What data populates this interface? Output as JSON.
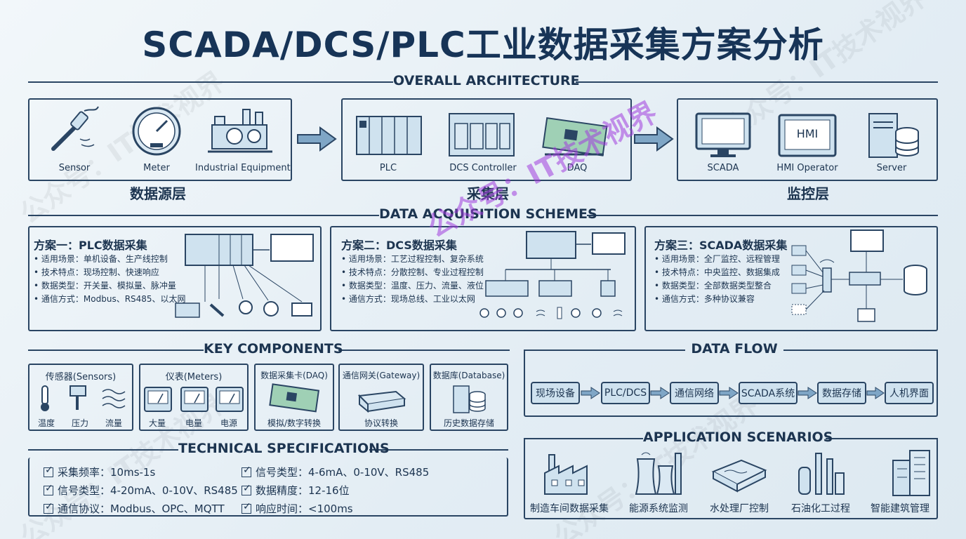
{
  "title": "SCADA/DCS/PLC工业数据采集方案分析",
  "sections": {
    "architecture": "OVERALL ARCHITECTURE",
    "schemes": "DATA ACQUISITION SCHEMES",
    "components": "KEY COMPONENTS",
    "dataflow": "DATA FLOW",
    "specs": "TECHNICAL SPECIFICATIONS",
    "applications": "APPLICATION SCENARIOS"
  },
  "architecture": {
    "layers": [
      {
        "name": "数据源层",
        "items": [
          "Sensor",
          "Meter",
          "Industrial Equipment"
        ]
      },
      {
        "name": "采集层",
        "items": [
          "PLC",
          "DCS Controller",
          "DAQ"
        ]
      },
      {
        "name": "监控层",
        "items": [
          "SCADA",
          "HMI Operator",
          "Server"
        ]
      }
    ],
    "hmi_screen_text": "HMI"
  },
  "schemes": [
    {
      "title": "方案一：PLC数据采集",
      "lines": [
        "适用场景：单机设备、生产线控制",
        "技术特点：现场控制、快速响应",
        "数据类型：开关量、模拟量、脉冲量",
        "通信方式：Modbus、RS485、以太网"
      ]
    },
    {
      "title": "方案二：DCS数据采集",
      "lines": [
        "适用场景：工艺过程控制、复杂系统",
        "技术特点：分散控制、专业过程控制",
        "数据类型：温度、压力、流量、液位",
        "通信方式：现场总线、工业以太网"
      ]
    },
    {
      "title": "方案三：SCADA数据采集",
      "lines": [
        "适用场景：全厂监控、远程管理",
        "技术特点：中央监控、数据集成",
        "数据类型：全部数据类型整合",
        "通信方式：多种协议兼容"
      ]
    }
  ],
  "components": [
    {
      "title": "传感器(Sensors)",
      "items": [
        "温度",
        "压力",
        "流量"
      ]
    },
    {
      "title": "仪表(Meters)",
      "items": [
        "大量",
        "电量",
        "电源"
      ]
    },
    {
      "title": "数据采集卡(DAQ)",
      "items": [
        "模拟/数字转换"
      ]
    },
    {
      "title": "通信网关(Gateway)",
      "items": [
        "协议转换"
      ]
    },
    {
      "title": "数据库(Database)",
      "items": [
        "历史数据存储"
      ]
    }
  ],
  "dataflow": [
    "现场设备",
    "PLC/DCS",
    "通信网络",
    "SCADA系统",
    "数据存储",
    "人机界面"
  ],
  "specs": [
    "采集频率：10ms-1s",
    "信号类型：4-20mA、0-10V、RS485",
    "通信协议：Modbus、OPC、MQTT",
    "信号类型：4-6mA、0-10V、RS485",
    "数据精度：12-16位",
    "响应时间：<100ms"
  ],
  "applications": [
    "制造车间数据采集",
    "能源系统监测",
    "水处理厂控制",
    "石油化工过程",
    "智能建筑管理"
  ],
  "watermark": "公众号：IT技术视界",
  "colors": {
    "ink": "#1c3450",
    "fill": "#cfe2ef",
    "accent": "#a03cdc"
  }
}
